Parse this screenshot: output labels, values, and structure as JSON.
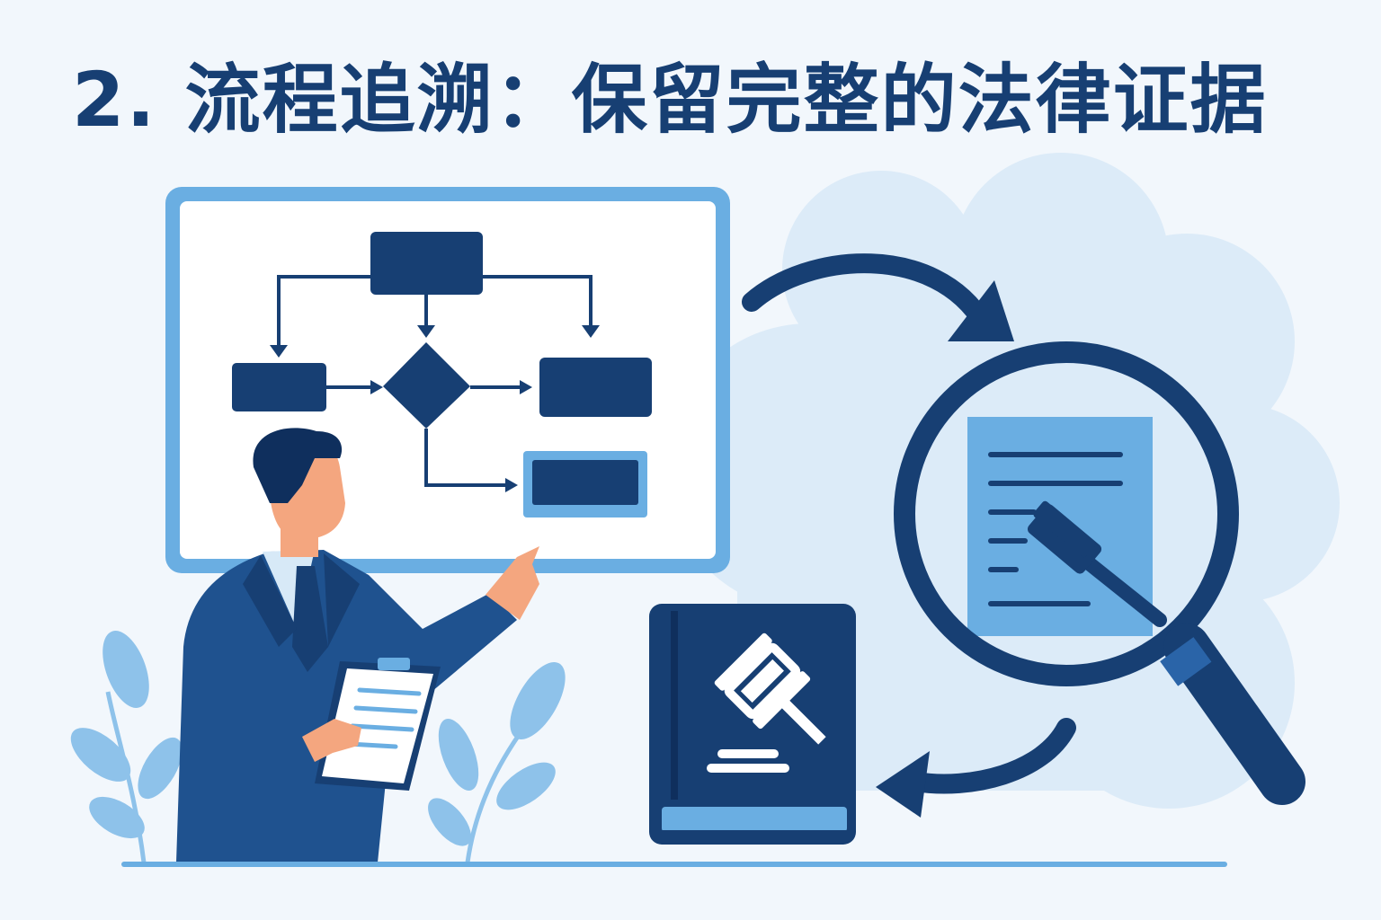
{
  "title": "2. 流程追溯：保留完整的法律证据",
  "colors": {
    "navy": "#173f73",
    "light_blue": "#6aaee2",
    "pale_blue": "#d7e9f7",
    "background": "#f2f7fc"
  },
  "icons": [
    "flowchart-board",
    "businessman",
    "clipboard",
    "law-book-gavel",
    "magnifying-glass",
    "document",
    "gavel",
    "cycle-arrow",
    "leaf-plant"
  ]
}
